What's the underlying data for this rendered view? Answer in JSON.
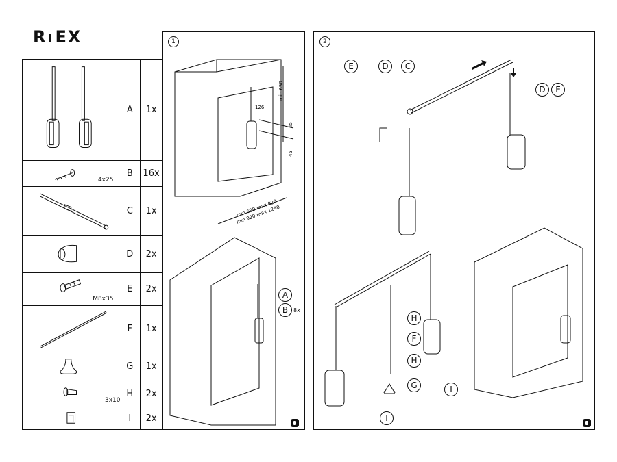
{
  "brand": {
    "part1": "R",
    "part2": "I",
    "part3": "EX"
  },
  "parts": [
    {
      "code": "A",
      "qty": "1x",
      "icon": "lift-arms-icon",
      "size": ""
    },
    {
      "code": "B",
      "qty": "16x",
      "icon": "screw-icon",
      "size": "4x25"
    },
    {
      "code": "C",
      "qty": "1x",
      "icon": "rail-icon",
      "size": ""
    },
    {
      "code": "D",
      "qty": "2x",
      "icon": "bracket-icon",
      "size": ""
    },
    {
      "code": "E",
      "qty": "2x",
      "icon": "bolt-icon",
      "size": "M8x35"
    },
    {
      "code": "F",
      "qty": "1x",
      "icon": "pull-rod-icon",
      "size": ""
    },
    {
      "code": "G",
      "qty": "1x",
      "icon": "handle-knob-icon",
      "size": ""
    },
    {
      "code": "H",
      "qty": "2x",
      "icon": "small-screw-icon",
      "size": "3x10"
    },
    {
      "code": "I",
      "qty": "2x",
      "icon": "clip-icon",
      "size": ""
    }
  ],
  "step1": {
    "number": "1",
    "dim_min650": "min 650",
    "dim_126": "126",
    "dim_45a": "45",
    "dim_45b": "45",
    "dim_width_1": "min 690/max 920",
    "dim_width_2": "min 920/max 1240",
    "callout_a": "A",
    "callout_b": "B",
    "callout_b_qty": "8x"
  },
  "step2": {
    "number": "2",
    "labels": {
      "e1": "E",
      "d1": "D",
      "c": "C",
      "d2": "D",
      "e2": "E",
      "h1": "H",
      "f": "F",
      "h2": "H",
      "g": "G",
      "i1": "I",
      "i2": "I"
    }
  }
}
